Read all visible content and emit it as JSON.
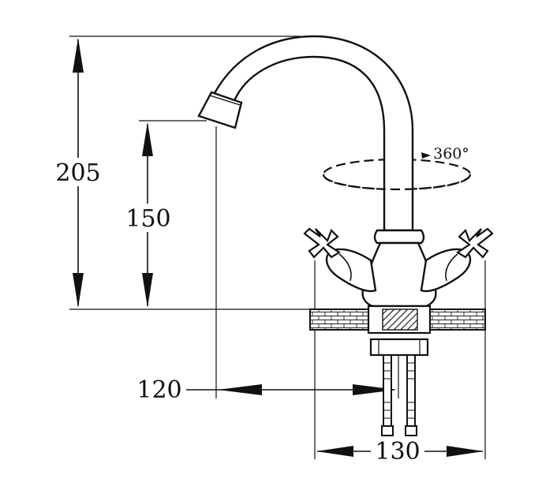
{
  "drawing": {
    "subject": "Faucet",
    "dimensions": {
      "height_total": "205",
      "height_spout": "150",
      "reach": "120",
      "base_width": "130",
      "rotation": "360°"
    }
  }
}
